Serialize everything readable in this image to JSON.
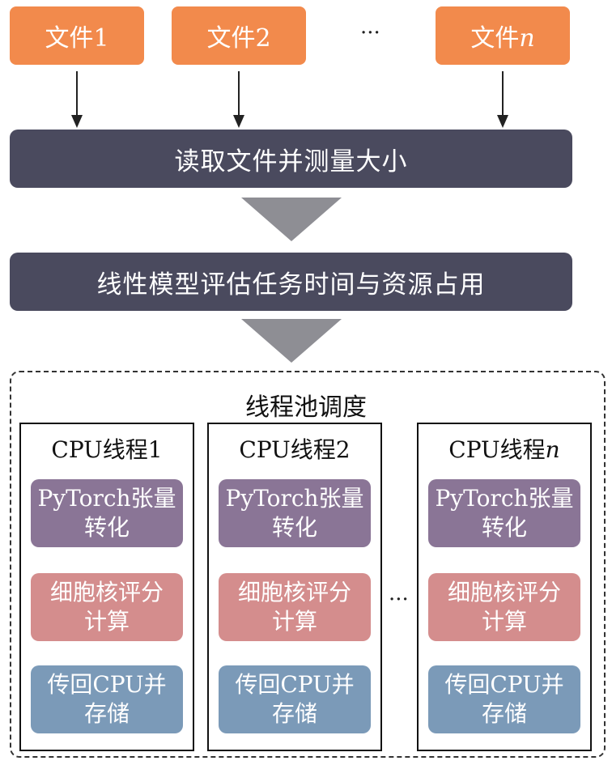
{
  "files": [
    {
      "prefix": "文件",
      "suffix": "1"
    },
    {
      "prefix": "文件",
      "suffix": "2"
    },
    {
      "prefix": "文件",
      "suffix": "n"
    }
  ],
  "files_ellipsis": "···",
  "step1": "读取文件并测量大小",
  "step2": "线性模型评估任务时间与资源占用",
  "pool": {
    "title": "线程池调度",
    "ellipsis": "···",
    "threads": [
      {
        "prefix": "CPU线程",
        "suffix": "1"
      },
      {
        "prefix": "CPU线程",
        "suffix": "2"
      },
      {
        "prefix": "CPU线程",
        "suffix": "n"
      }
    ],
    "tasks": [
      {
        "line1": "PyTorch张量",
        "line2": "转化"
      },
      {
        "line1": "细胞核评分",
        "line2": "计算"
      },
      {
        "line1": "传回CPU并",
        "line2": "存储"
      }
    ]
  },
  "colors": {
    "file": "#f28a4c",
    "bar": "#4a4a5e",
    "triangle": "#8e8e94",
    "task_tensor": "#8a7596",
    "task_score": "#d48d8d",
    "task_store": "#7b9ab8"
  }
}
